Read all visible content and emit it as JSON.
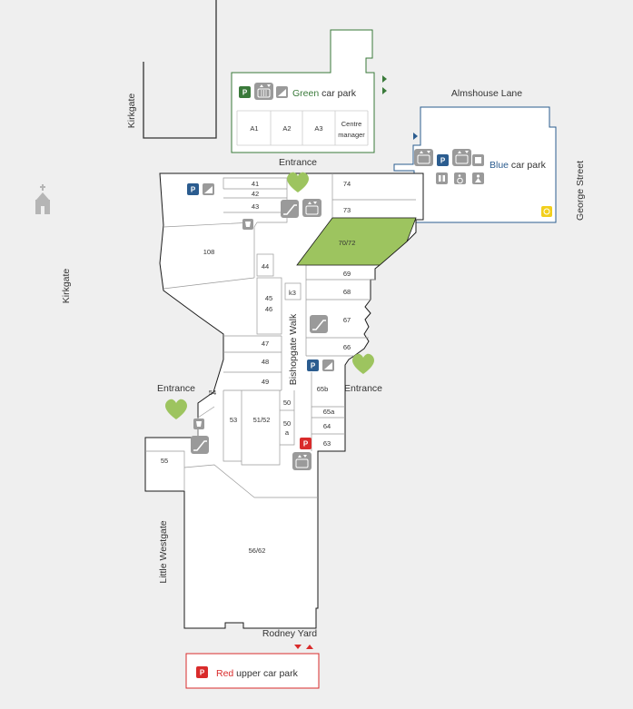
{
  "streets": {
    "kirkgate_upper": "Kirkgate",
    "kirkgate_lower": "Kirkgate",
    "almshouse_lane": "Almshouse Lane",
    "george_street": "George Street",
    "little_westgate": "Little Westgate",
    "rodney_yard": "Rodney Yard",
    "bishopgate_walk": "Bishopgate Walk"
  },
  "entrances": {
    "north": "Entrance",
    "west": "Entrance",
    "east": "Entrance"
  },
  "car_parks": {
    "green": {
      "name": "Green",
      "suffix": " car park",
      "color": "#3a7a3a"
    },
    "blue": {
      "name": "Blue",
      "suffix": " car park",
      "color": "#2b5c8f"
    },
    "red": {
      "name": "Red",
      "suffix": " upper car park",
      "color": "#d92b2b"
    }
  },
  "green_units": [
    "A1",
    "A2",
    "A3"
  ],
  "centre_manager": [
    "Centre",
    "manager"
  ],
  "units": {
    "u41": "41",
    "u42": "42",
    "u43": "43",
    "u44": "44",
    "u45": "45",
    "u46": "46",
    "u47": "47",
    "u48": "48",
    "u49": "49",
    "u50": "50",
    "u50a_1": "50",
    "u50a_2": "a",
    "u51_52": "51/52",
    "u53": "53",
    "u54": "54",
    "u55": "55",
    "u56_62": "56/62",
    "u63": "63",
    "u64": "64",
    "u65a": "65a",
    "u65b": "65b",
    "u66": "66",
    "u67": "67",
    "u68": "68",
    "u69": "69",
    "u70_72": "70/72",
    "u73": "73",
    "u74": "74",
    "u108": "108",
    "k3": "k3"
  },
  "icon_letters": {
    "parking": "P"
  },
  "colors": {
    "highlight_green": "#9dc45f",
    "heart_green": "#9dc45f",
    "icon_grey": "#9a9a9a",
    "parking_blue": "#2b5c8f",
    "parking_green": "#3a7a3a",
    "parking_red": "#d92b2b",
    "accessible_yellow": "#f2cf1c",
    "outline": "#1a1a1a"
  }
}
